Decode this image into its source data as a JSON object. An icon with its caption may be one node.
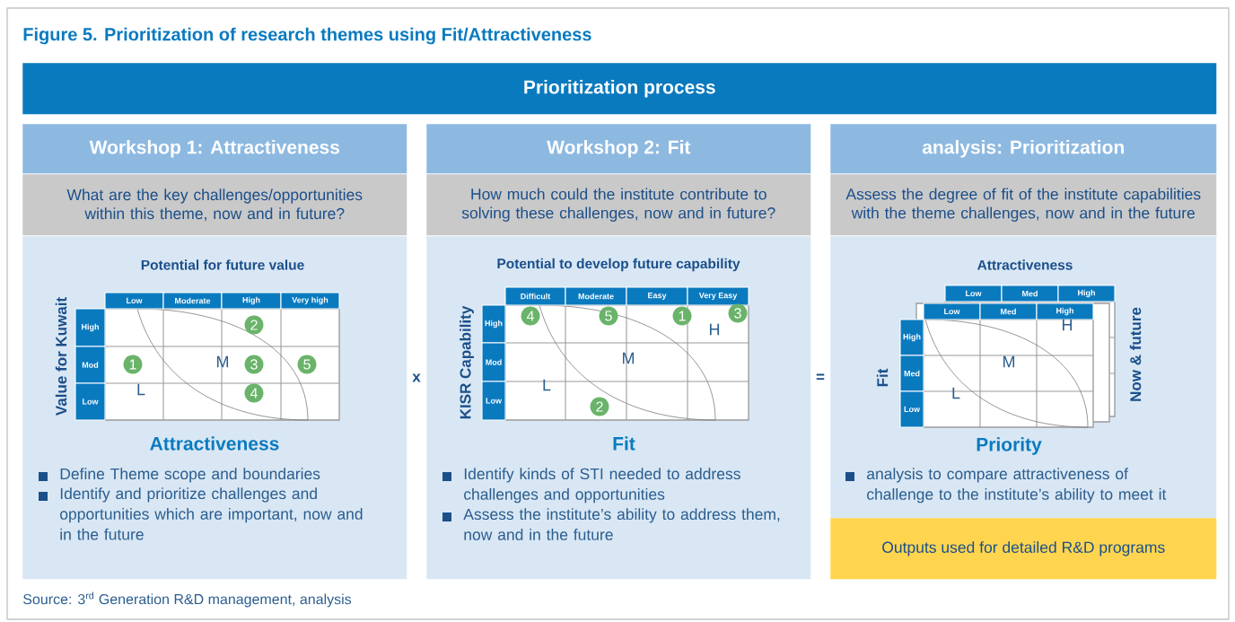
{
  "diagram": {
    "title": "Figure 5.  Prioritization of research themes using Fit/Attractiveness",
    "caption": "Source: 3$^{rd}$ Generation R&D management, analysis",
    "nodes": [
      {
        "text": [
          "Prioritization process"
        ]
      },
      {
        "text": [
          "Workshop 1: Attractiveness"
        ]
      },
      {
        "text": [
          "What are the key challenges/opportunities within this theme, now and in future?"
        ]
      },
      {
        "text": [
          "Potential for future value",
          "Attractiveness",
          "Define Theme scope and boundaries",
          "Identify and prioritize challenges and opportunities which are important, now and in the future"
        ]
      },
      {
        "text": [
          "Workshop 2: Fit"
        ]
      },
      {
        "text": [
          "How much could the institute contribute to solving these challenges, now and in future?"
        ]
      },
      {
        "text": [
          "Potential to develop future capability",
          "Fit",
          "Identify kinds of STI needed to address challenges and opportunities",
          "Assess the institute’s ability to address them, now and in the future"
        ]
      },
      {
        "text": [
          "analysis: Prioritization"
        ]
      },
      {
        "text": [
          "Assess the degree of fit of the institute capabilities with the theme challenges, now and in the future"
        ]
      },
      {
        "text": [
          "Attractiveness",
          "Priority",
          "analysis to compare attractiveness of challenge to the institute’s ability to meet it"
        ]
      },
      {
        "text": [
          "Outputs used for detailed R&D programs"
        ]
      }
    ],
    "labels": [
      "Value for Kuwait",
      "Low",
      "Moderate",
      "High",
      "Very high",
      "High",
      "Mod",
      "Low",
      "2",
      "1",
      "M",
      "3",
      "5",
      "L",
      "4",
      "x",
      "KISR Capability",
      "Difficult",
      "Moderate",
      "Easy",
      "Very Easy",
      "High",
      "Mod",
      "Low",
      "4",
      "5",
      "1",
      "3",
      "H",
      "M",
      "L",
      "2",
      "=",
      "Fit",
      "Low",
      "Med",
      "High",
      "Low",
      "Med",
      "High",
      "High",
      "Med",
      "Low",
      "H",
      "M",
      "L",
      "Now & future"
    ]
  }
}
